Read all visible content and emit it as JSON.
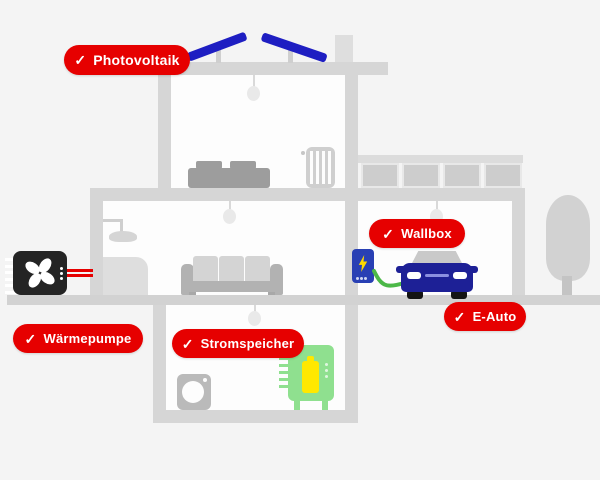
{
  "badges": {
    "photovoltaik": {
      "label": "Photovoltaik",
      "checked": true
    },
    "wallbox": {
      "label": "Wallbox",
      "checked": true
    },
    "e_auto": {
      "label": "E-Auto",
      "checked": true
    },
    "waermepumpe": {
      "label": "Wärmepumpe",
      "checked": true
    },
    "stromspeicher": {
      "label": "Stromspeicher",
      "checked": true
    }
  },
  "icons": {
    "check": "✓"
  },
  "colors": {
    "badge_red": "#e60000",
    "solar_panel_blue": "#1e1ec2",
    "car_blue": "#1d2096",
    "wallbox_blue": "#2940b4",
    "charging_cable_green": "#4cb848",
    "battery_unit_green": "#8fe08f",
    "battery_icon_yellow": "#ffe800",
    "lightning_yellow": "#ffd900",
    "heat_pump_black": "#242424",
    "heat_pipe_red": "#e60000",
    "house_structure_gray": "#d6d6d6",
    "background": "#f4f4f4"
  }
}
